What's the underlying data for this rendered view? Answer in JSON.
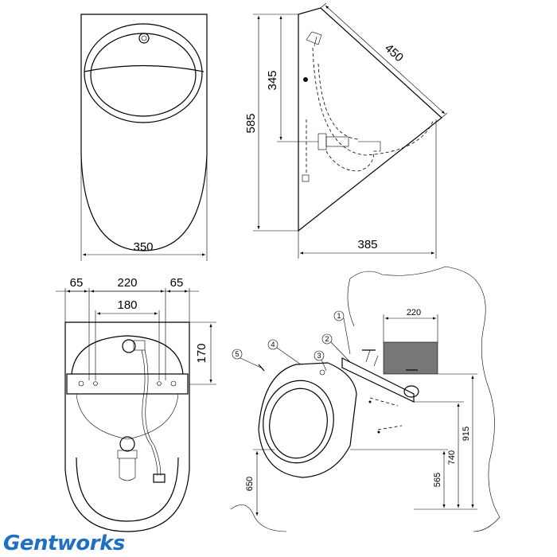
{
  "front_view": {
    "width_label": "350"
  },
  "side_view": {
    "height_label": "585",
    "inner_label": "345",
    "diagonal_label": "450",
    "depth_label": "385"
  },
  "rear_view": {
    "left_label": "65",
    "center_label": "220",
    "right_label": "65",
    "bolt_label": "180",
    "height_label": "170"
  },
  "install_view": {
    "bracket_label": "220",
    "heights": [
      "565",
      "740",
      "915"
    ],
    "floor_label": "650",
    "callouts": [
      "1",
      "2",
      "3",
      "4",
      "5"
    ]
  },
  "brand": {
    "name": "Gentworks",
    "color": "#1f6fc4"
  }
}
